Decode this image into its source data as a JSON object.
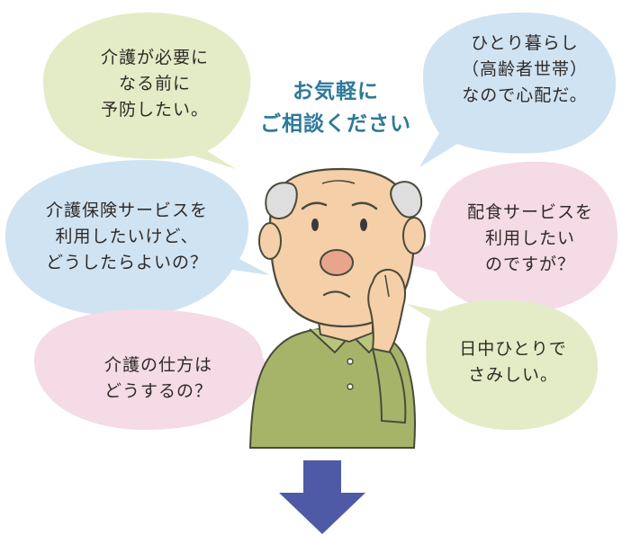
{
  "headline": "お気軽に\nご相談ください",
  "bubbles": {
    "prevention": "介護が必要に\nなる前に\n予防したい。",
    "living_alone": "ひとり暮らし\n（高齢者世帯）\nなので心配だ。",
    "insurance": "介護保険サービスを\n利用したいけど、\nどうしたらよいの？",
    "meal": "配食サービスを\n利用したい\nのですが？",
    "care_method": "介護の仕方は\nどうするの？",
    "lonely": "日中ひとりで\nさみしい。"
  },
  "colors": {
    "green_bubble": "#e3ecc6",
    "blue_bubble": "#cfe3f3",
    "pink_bubble": "#f4dbe6",
    "headline": "#2d7a99",
    "shirt": "#a6b46a",
    "skin": "#f4cfa8",
    "arrow": "#4f5aa7"
  }
}
